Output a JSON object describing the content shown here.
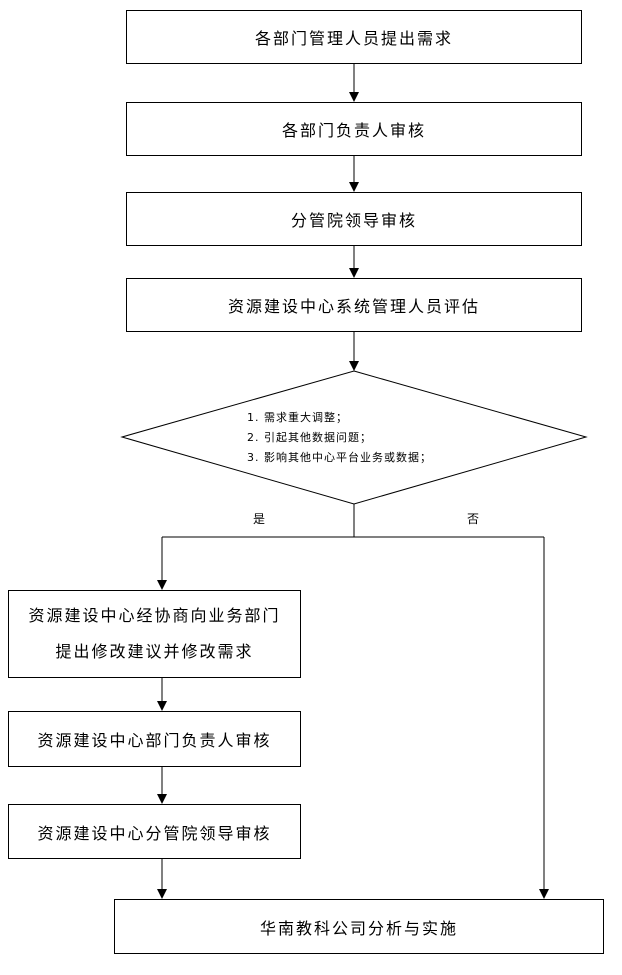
{
  "steps": [
    "各部门管理人员提出需求",
    "各部门负责人审核",
    "分管院领导审核",
    "资源建设中心系统管理人员评估"
  ],
  "decision": {
    "conditions": [
      "1. 需求重大调整；",
      "2. 引起其他数据问题；",
      "3. 影响其他中心平台业务或数据；"
    ],
    "yes_label": "是",
    "no_label": "否"
  },
  "yes_branch": [
    [
      "资源建设中心经协商向业务部门",
      "提出修改建议并修改需求"
    ],
    "资源建设中心部门负责人审核",
    "资源建设中心分管院领导审核"
  ],
  "final_step": "华南教科公司分析与实施"
}
